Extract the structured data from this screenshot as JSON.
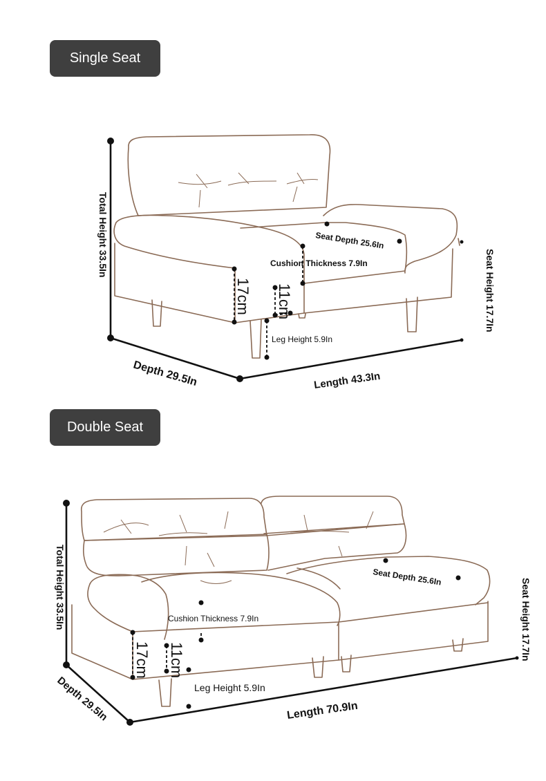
{
  "single": {
    "title": "Single Seat",
    "total_height": "Total Height 33.5In",
    "depth": "Depth 29.5In",
    "length": "Length 43.3In",
    "seat_height": "Seat Height 17.7In",
    "seat_depth": "Seat Depth 25.6In",
    "cushion": "Cushion Thickness 7.9In",
    "leg": "Leg Height 5.9In",
    "arm_cm": "17cm",
    "seat_cm": "11cm"
  },
  "double": {
    "title": "Double Seat",
    "total_height": "Total Height 33.5In",
    "depth": "Depth 29.5In",
    "length": "Length 70.9In",
    "seat_height": "Seat Height 17.7In",
    "seat_depth": "Seat Depth 25.6In",
    "cushion": "Cushion Thickness 7.9In",
    "leg": "Leg Height 5.9In",
    "arm_cm": "17cm",
    "seat_cm": "11cm"
  },
  "colors": {
    "badge": "#3f3f3f",
    "outline": "#8a6a55",
    "dimension": "#111111"
  }
}
